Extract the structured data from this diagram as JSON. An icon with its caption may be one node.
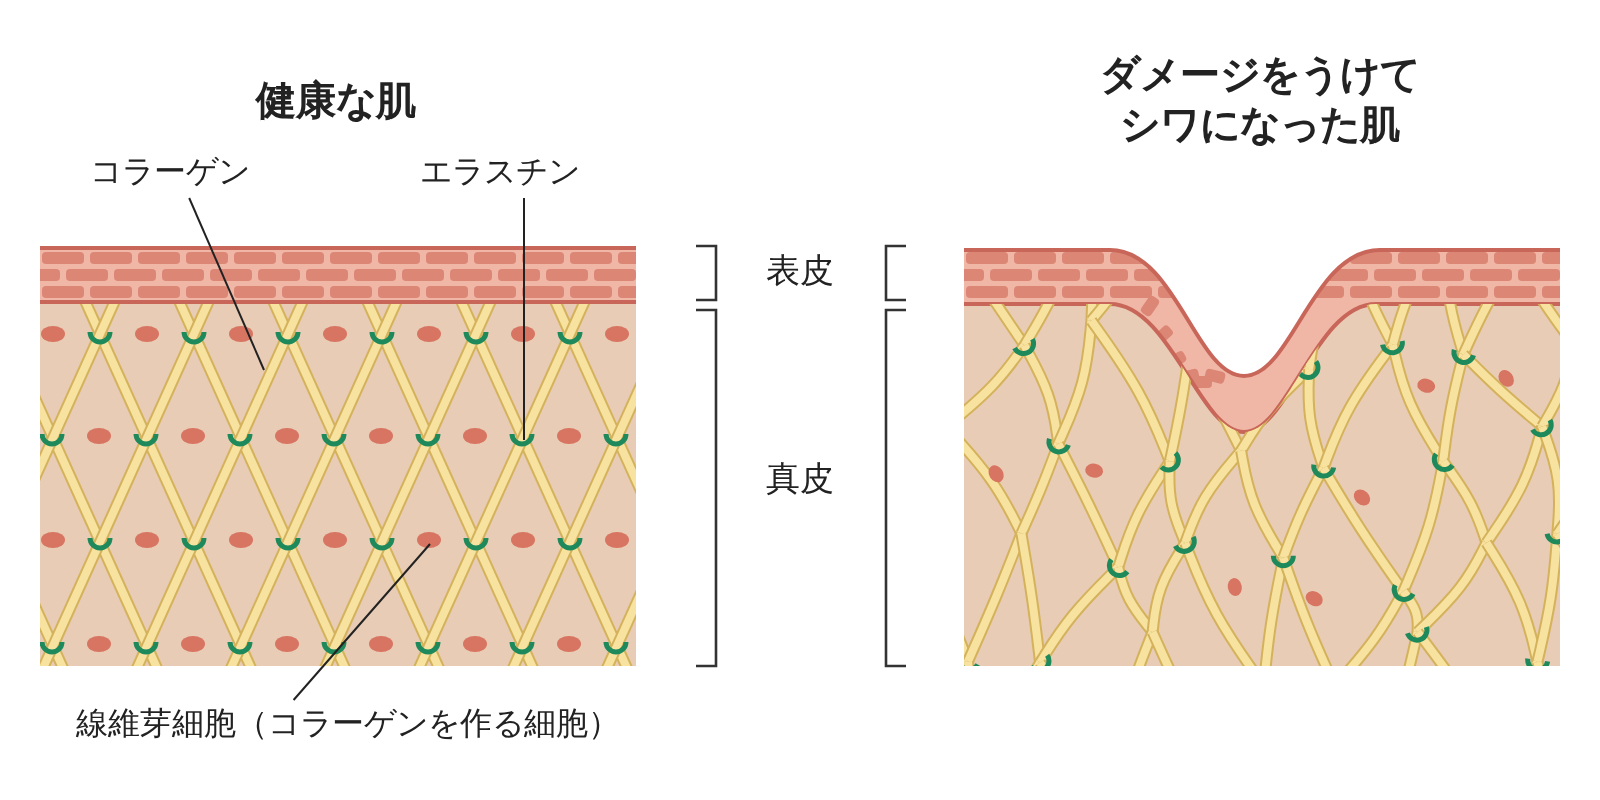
{
  "diagram": {
    "nodes": [
      {
        "text": [
          "コラーゲン"
        ]
      },
      {
        "text": [
          "エラスチン"
        ]
      },
      {
        "text": [
          "線維芽細胞（コラーゲンを作る細胞）"
        ]
      }
    ],
    "edges": [
      {
        "from": 0,
        "to": null,
        "arrow": "none"
      },
      {
        "from": 1,
        "to": null,
        "arrow": "none"
      },
      {
        "from": 2,
        "to": null,
        "arrow": "none"
      }
    ],
    "labels": [
      "健康な肌",
      "ダメージをうけてシワになった肌",
      "表皮",
      "真皮"
    ]
  }
}
